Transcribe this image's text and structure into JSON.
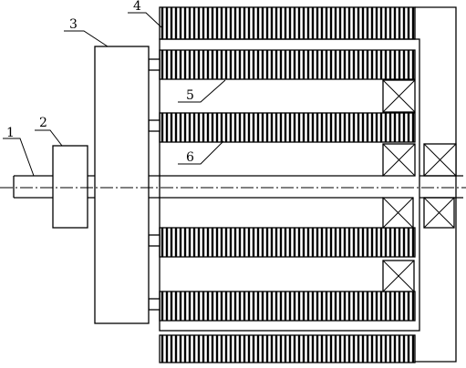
{
  "callouts": [
    {
      "id": "1",
      "label": "1"
    },
    {
      "id": "2",
      "label": "2"
    },
    {
      "id": "3",
      "label": "3"
    },
    {
      "id": "4",
      "label": "4"
    },
    {
      "id": "5",
      "label": "5"
    },
    {
      "id": "6",
      "label": "6"
    }
  ],
  "colors": {
    "ink": "#000000",
    "background": "#ffffff"
  },
  "hatched_bands": 6,
  "bearing_boxes": 6
}
